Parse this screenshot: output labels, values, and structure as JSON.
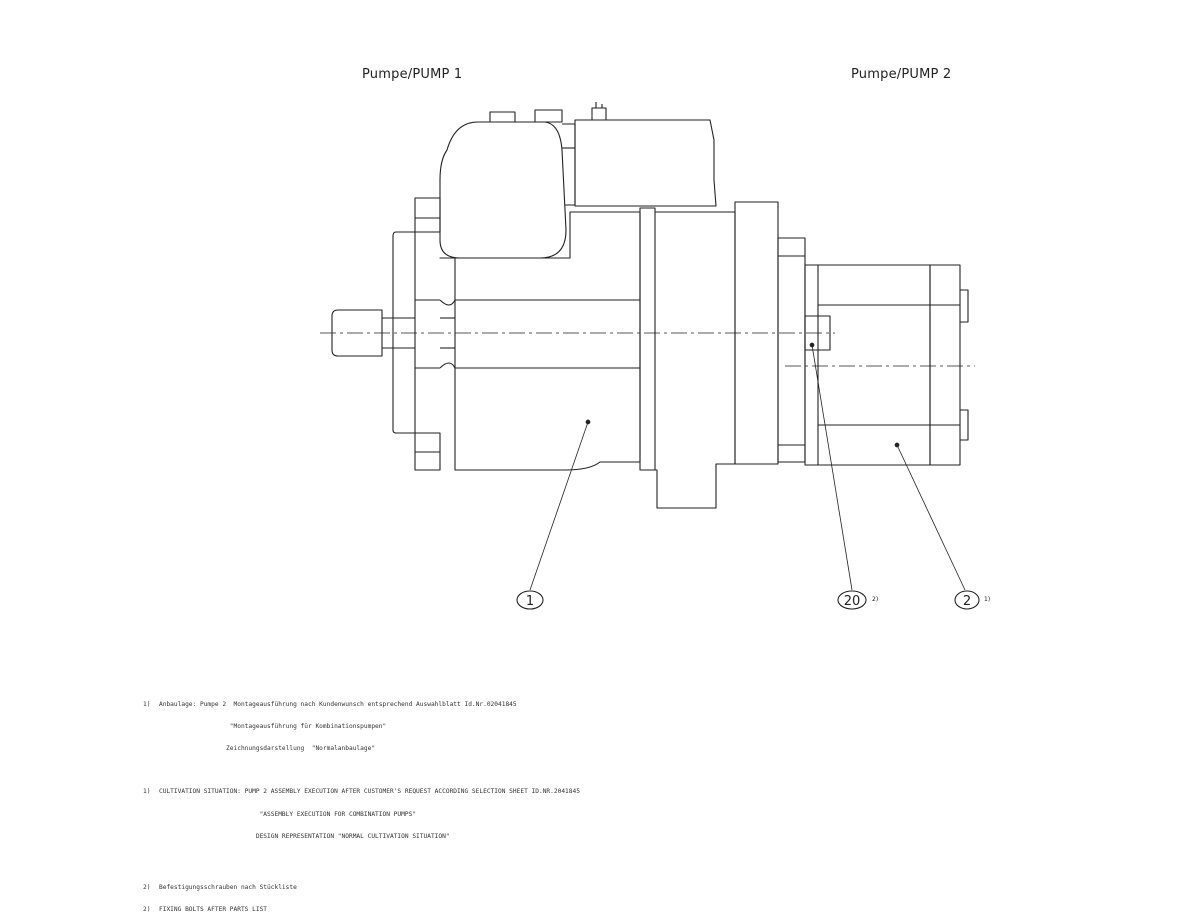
{
  "labels": {
    "pump1": "Pumpe/PUMP 1",
    "pump2": "Pumpe/PUMP 2"
  },
  "balloons": [
    {
      "id": "b1",
      "text": "1",
      "footnote": ""
    },
    {
      "id": "b20",
      "text": "20",
      "footnote": "2)"
    },
    {
      "id": "b2",
      "text": "2",
      "footnote": "1)"
    }
  ],
  "notes": {
    "n1_de": {
      "num": "1)",
      "line1": "Anbaulage: Pumpe 2  Montageausführung nach Kundenwunsch entsprechend Auswahlblatt Id.Nr.02041845",
      "line2": "                   \"Montageausführung für Kombinationspumpen\"",
      "line3": "                  Zeichnungsdarstellung  \"Normalanbaulage\""
    },
    "n1_en": {
      "num": "1)",
      "line1": "CULTIVATION SITUATION: PUMP 2 ASSEMBLY EXECUTION AFTER CUSTOMER'S REQUEST ACCORDING SELECTION SHEET ID.NR.2041845",
      "line2": "                           \"ASSEMBLY EXECUTION FOR COMBINATION PUMPS\"",
      "line3": "                          DESIGN REPRESENTATION \"NORMAL CULTIVATION SITUATION\""
    },
    "n2_de": {
      "num": "2)",
      "line1": "Befestigungsschrauben nach Stückliste"
    },
    "n2_en": {
      "num": "2)",
      "line1": "FIXING BOLTS AFTER PARTS LIST"
    }
  },
  "colors": {
    "line": "#222222",
    "background": "#ffffff"
  }
}
